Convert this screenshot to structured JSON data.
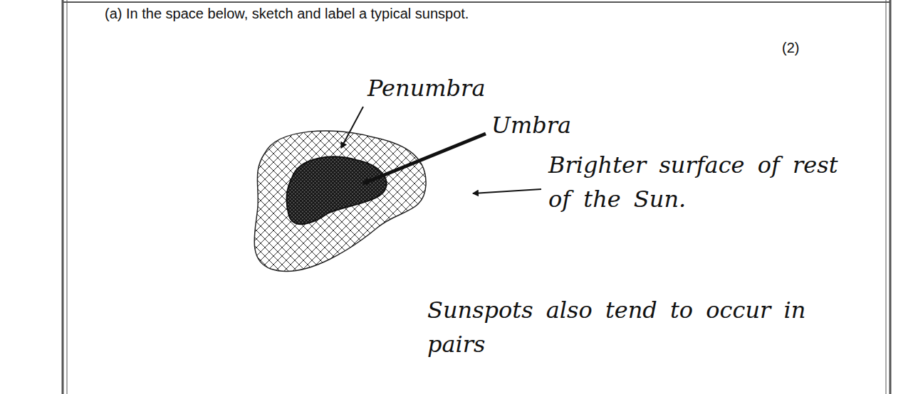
{
  "diagram": {
    "labels": [
      "(a) In the space below, sketch and label a typical sunspot.",
      "(2)",
      "Penumbra",
      "Umbra",
      "Brighter surface of rest of the Sun.",
      "Sunspots also tend to occur in pairs"
    ]
  }
}
